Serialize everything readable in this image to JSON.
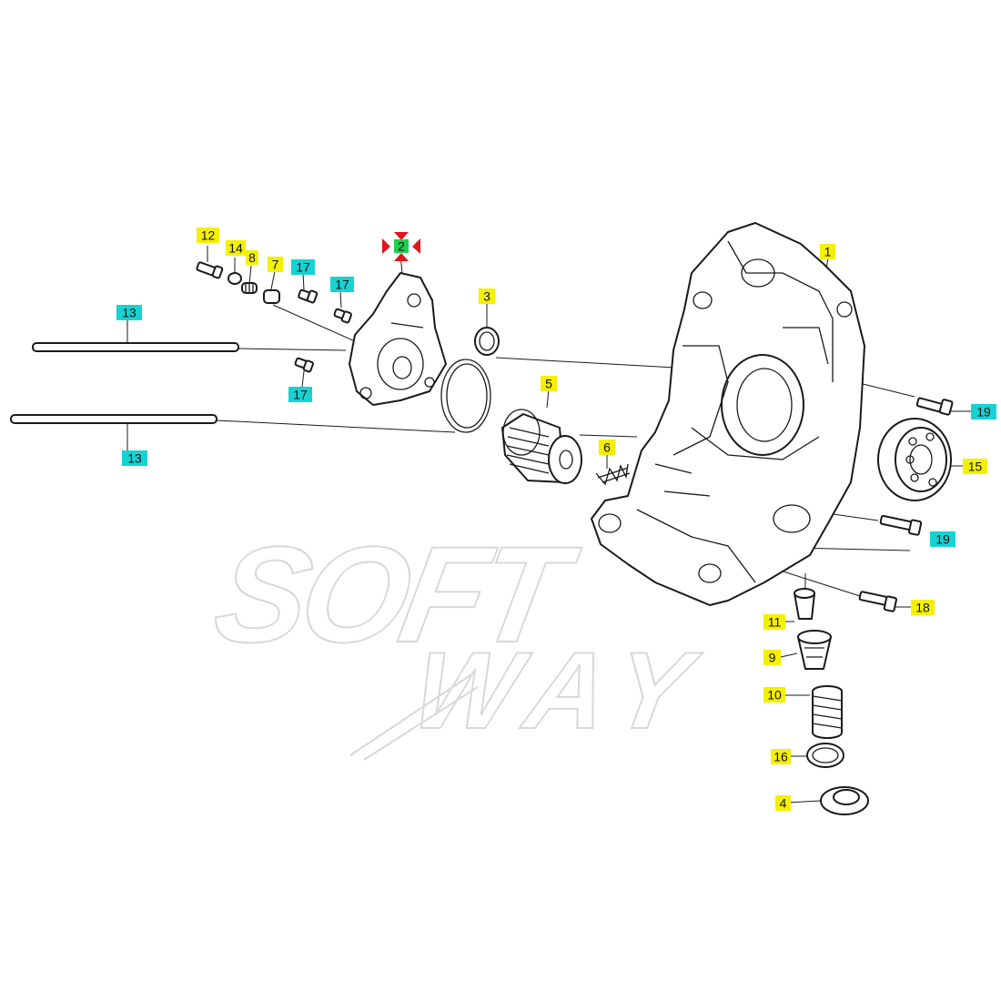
{
  "watermark": {
    "line1": "SOFT",
    "line2": "WAY"
  },
  "colors": {
    "yellow": "#f4f000",
    "cyan": "#16d3d3",
    "green": "#1fcf4f",
    "selector": "#e0141c"
  },
  "selected_part": "2",
  "labels": [
    {
      "id": "1",
      "color": "yellow"
    },
    {
      "id": "2",
      "color": "green"
    },
    {
      "id": "3",
      "color": "yellow"
    },
    {
      "id": "4",
      "color": "yellow"
    },
    {
      "id": "5",
      "color": "yellow"
    },
    {
      "id": "6",
      "color": "yellow"
    },
    {
      "id": "7",
      "color": "yellow"
    },
    {
      "id": "8",
      "color": "yellow"
    },
    {
      "id": "9",
      "color": "yellow"
    },
    {
      "id": "10",
      "color": "yellow"
    },
    {
      "id": "11",
      "color": "yellow"
    },
    {
      "id": "12",
      "color": "yellow"
    },
    {
      "id": "13",
      "color": "cyan"
    },
    {
      "id": "13",
      "color": "cyan"
    },
    {
      "id": "14",
      "color": "yellow"
    },
    {
      "id": "15",
      "color": "yellow"
    },
    {
      "id": "16",
      "color": "yellow"
    },
    {
      "id": "17",
      "color": "cyan"
    },
    {
      "id": "17",
      "color": "cyan"
    },
    {
      "id": "17",
      "color": "cyan"
    },
    {
      "id": "18",
      "color": "yellow"
    },
    {
      "id": "19",
      "color": "cyan"
    },
    {
      "id": "19",
      "color": "cyan"
    }
  ]
}
